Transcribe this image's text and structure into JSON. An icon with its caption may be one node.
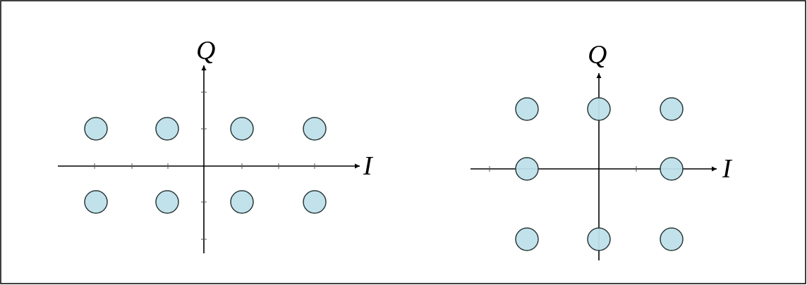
{
  "diagram": {
    "labels": [
      "Q",
      "I",
      "Q",
      "I"
    ]
  }
}
